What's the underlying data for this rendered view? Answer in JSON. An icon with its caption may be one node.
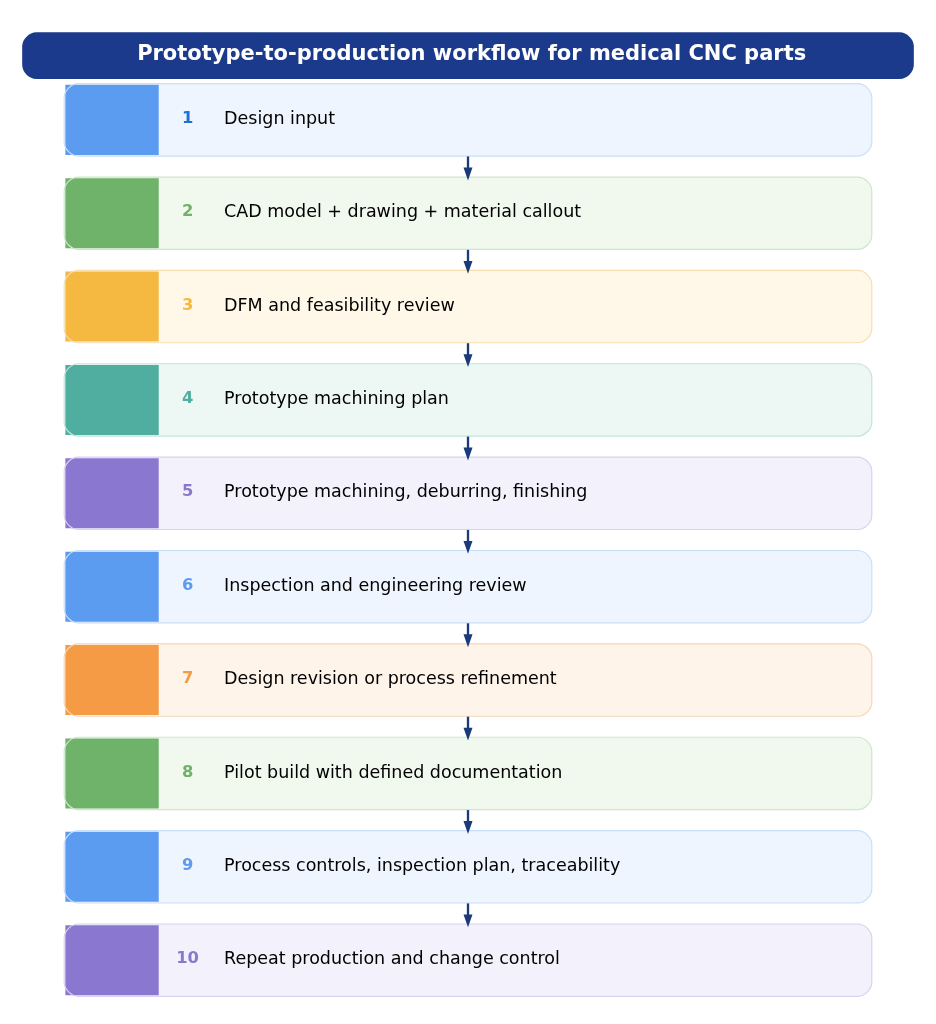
{
  "diagram": {
    "title": "Prototype-to-production workflow for medical CNC parts",
    "nodes": [
      {
        "text": [
          "1",
          "Design input"
        ]
      },
      {
        "text": [
          "2",
          "CAD model + drawing + material callout"
        ]
      },
      {
        "text": [
          "3",
          "DFM and feasibility review"
        ]
      },
      {
        "text": [
          "4",
          "Prototype machining plan"
        ]
      },
      {
        "text": [
          "5",
          "Prototype machining, deburring, finishing"
        ]
      },
      {
        "text": [
          "6",
          "Inspection and engineering review"
        ]
      },
      {
        "text": [
          "7",
          "Design revision or process refinement"
        ]
      },
      {
        "text": [
          "8",
          "Pilot build with defined documentation"
        ]
      },
      {
        "text": [
          "9",
          "Process controls, inspection plan, traceability"
        ]
      },
      {
        "text": [
          "10",
          "Repeat production and change control"
        ]
      }
    ],
    "edges": [
      {
        "from": 0,
        "to": 1,
        "arrow": "to"
      },
      {
        "from": 1,
        "to": 2,
        "arrow": "to"
      },
      {
        "from": 2,
        "to": 3,
        "arrow": "to"
      },
      {
        "from": 3,
        "to": 4,
        "arrow": "to"
      },
      {
        "from": 4,
        "to": 5,
        "arrow": "to"
      },
      {
        "from": 5,
        "to": 6,
        "arrow": "to"
      },
      {
        "from": 6,
        "to": 7,
        "arrow": "to"
      },
      {
        "from": 7,
        "to": 8,
        "arrow": "to"
      },
      {
        "from": 8,
        "to": 9,
        "arrow": "to"
      }
    ]
  }
}
